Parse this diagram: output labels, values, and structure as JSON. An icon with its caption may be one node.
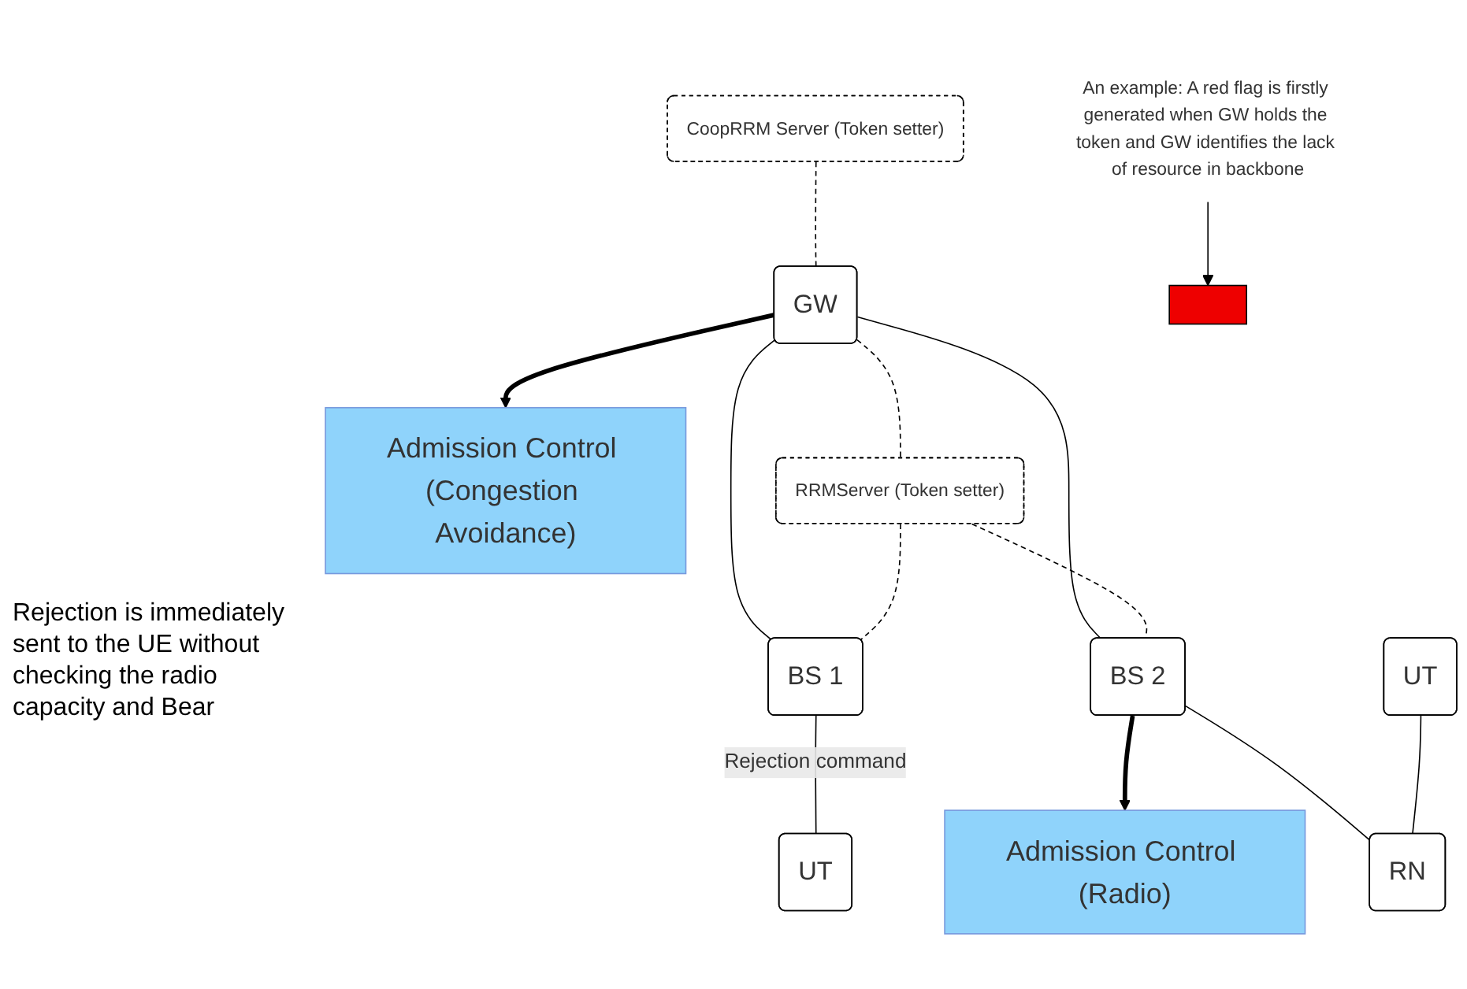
{
  "diagram": {
    "nodes": [
      {
        "text": [
          "CoopRRM Server (Token setter)"
        ]
      },
      {
        "text": [
          "GW"
        ]
      },
      {
        "text": [
          "Admission Control (Congestion Avoidance)"
        ]
      },
      {
        "text": [
          "RRMServer (Token setter)"
        ]
      },
      {
        "text": [
          "An example: A red flag is firstly generated when GW holds the token and GW identifies the lack of resource in backbone"
        ]
      },
      {
        "text": [],
        "shape": "bar"
      },
      {
        "text": [
          "BS 1"
        ]
      },
      {
        "text": [
          "BS 2"
        ]
      },
      {
        "text": [
          "Admission Control (Radio)"
        ]
      },
      {
        "text": [
          "RN"
        ]
      },
      {
        "text": [
          "UT"
        ]
      },
      {
        "text": [
          "UT"
        ]
      }
    ],
    "edges": [
      {
        "from": 0,
        "to": 1,
        "arrow": "none",
        "style": "dashed"
      },
      {
        "from": 1,
        "to": 2,
        "arrow": "to",
        "style": "thick"
      },
      {
        "from": 1,
        "to": 3,
        "arrow": "none",
        "style": "dashed"
      },
      {
        "from": 1,
        "to": 6,
        "arrow": "none"
      },
      {
        "from": 1,
        "to": 7,
        "arrow": "none"
      },
      {
        "from": 4,
        "to": 5,
        "arrow": "to"
      },
      {
        "from": 3,
        "to": 6,
        "arrow": "none",
        "style": "dashed"
      },
      {
        "from": 3,
        "to": 7,
        "arrow": "none",
        "style": "dashed"
      },
      {
        "from": 7,
        "to": 8,
        "arrow": "to",
        "style": "thick"
      },
      {
        "from": 7,
        "to": 9,
        "arrow": "none"
      },
      {
        "from": 6,
        "to": 10,
        "arrow": "none",
        "label": "Rejection command"
      },
      {
        "from": 11,
        "to": 9,
        "arrow": "none"
      }
    ],
    "labels": [
      "Rejection is immediately sent to the UE without checking the radio capacity and Bear"
    ]
  }
}
